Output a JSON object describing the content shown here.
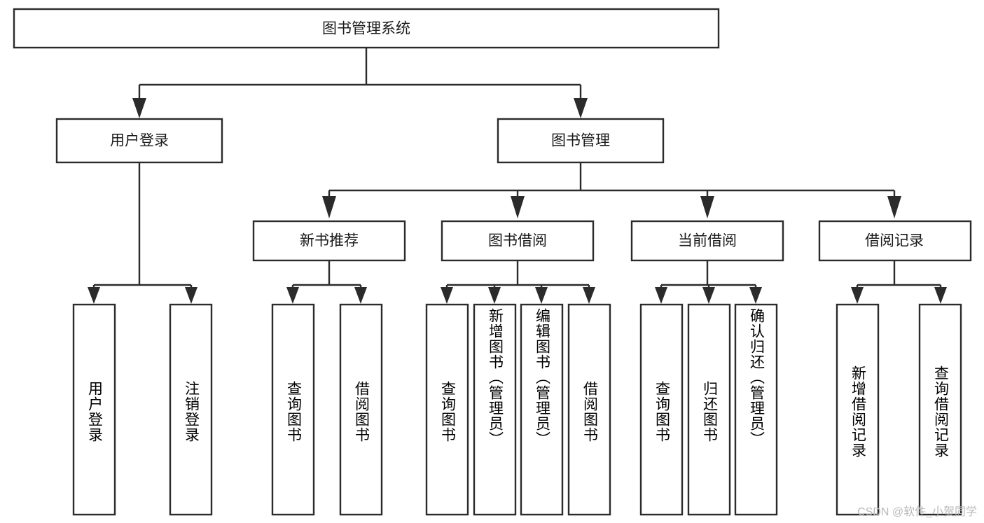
{
  "diagram": {
    "type": "tree-hierarchy-flowchart",
    "title": "图书管理系统",
    "watermark": "CSDN @软件_小贺同学",
    "colors": {
      "box_fill": "#ffffff",
      "box_stroke": "#2b2b2b",
      "text": "#1a1a1a",
      "background": "#ffffff",
      "watermark": "#b9b9b9"
    },
    "levels": {
      "root": {
        "label": "图书管理系统",
        "orientation": "horizontal"
      },
      "level1": [
        {
          "label": "用户登录",
          "orientation": "horizontal"
        },
        {
          "label": "图书管理",
          "orientation": "horizontal"
        }
      ],
      "level2": [
        {
          "label": "新书推荐",
          "orientation": "horizontal",
          "parent": "图书管理"
        },
        {
          "label": "图书借阅",
          "orientation": "horizontal",
          "parent": "图书管理"
        },
        {
          "label": "当前借阅",
          "orientation": "horizontal",
          "parent": "图书管理"
        },
        {
          "label": "借阅记录",
          "orientation": "horizontal",
          "parent": "图书管理"
        }
      ],
      "leaves": [
        {
          "label": "用户登录",
          "orientation": "vertical",
          "parent": "用户登录"
        },
        {
          "label": "注销登录",
          "orientation": "vertical",
          "parent": "用户登录"
        },
        {
          "label": "查询图书",
          "orientation": "vertical",
          "parent": "新书推荐"
        },
        {
          "label": "借阅图书",
          "orientation": "vertical",
          "parent": "新书推荐"
        },
        {
          "label": "查询图书",
          "orientation": "vertical",
          "parent": "图书借阅"
        },
        {
          "label": "新增图书（管理员）",
          "orientation": "vertical",
          "parent": "图书借阅"
        },
        {
          "label": "编辑图书（管理员）",
          "orientation": "vertical",
          "parent": "图书借阅"
        },
        {
          "label": "借阅图书",
          "orientation": "vertical",
          "parent": "图书借阅"
        },
        {
          "label": "查询图书",
          "orientation": "vertical",
          "parent": "当前借阅"
        },
        {
          "label": "归还图书",
          "orientation": "vertical",
          "parent": "当前借阅"
        },
        {
          "label": "确认归还（管理员）",
          "orientation": "vertical",
          "parent": "当前借阅"
        },
        {
          "label": "新增借阅记录",
          "orientation": "vertical",
          "parent": "借阅记录"
        },
        {
          "label": "查询借阅记录",
          "orientation": "vertical",
          "parent": "借阅记录"
        }
      ]
    }
  }
}
